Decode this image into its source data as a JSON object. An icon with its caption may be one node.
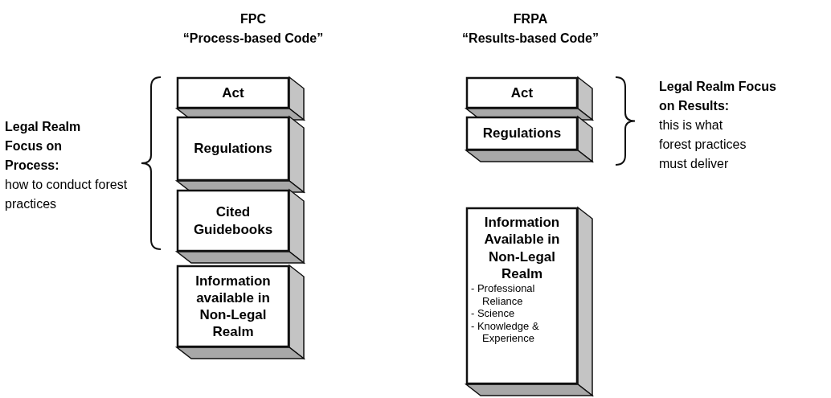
{
  "diagram": {
    "nodes": [
      {
        "text": [
          "Act"
        ]
      },
      {
        "text": [
          "Regulations"
        ]
      },
      {
        "text": [
          "Cited Guidebooks"
        ]
      },
      {
        "text": [
          "Information available in Non-Legal Realm"
        ]
      },
      {
        "text": [
          "Act"
        ]
      },
      {
        "text": [
          "Regulations"
        ]
      },
      {
        "text": [
          "Information Available in Non-Legal Realm",
          "- Professional Reliance",
          "- Science",
          "- Knowledge & Experience"
        ]
      }
    ],
    "labels": [
      "FPC",
      "“Process-based Code”",
      "FRPA",
      "“Results-based Code”",
      "Legal Realm Focus on Process:",
      "how to conduct forest practices",
      "Legal Realm Focus on Results:",
      "this is what forest practices must deliver"
    ]
  }
}
